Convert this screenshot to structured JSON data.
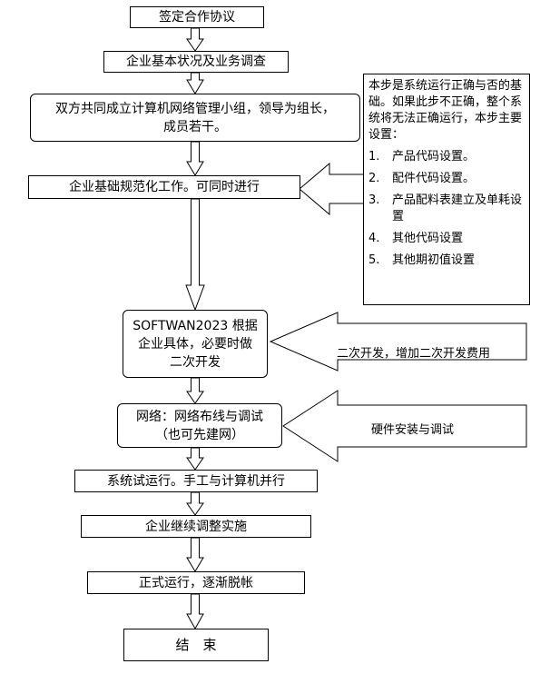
{
  "flow": {
    "step1": "签定合作协议",
    "step2": "企业基本状况及业务调查",
    "step3_line1": "双方共同成立计算机网络管理小组，领导为组长，",
    "step3_line2": "成员若干。",
    "step4": "企业基础规范化工作。可同时进行",
    "step5_line1": "SOFTWAN2023 根据",
    "step5_line2": "企业具体，必要时做",
    "step5_line3": "二次开发",
    "step6_line1": "网络：网络布线与调试",
    "step6_line2": "（也可先建网）",
    "step7": "系统试运行。手工与计算机并行",
    "step8": "企业继续调整实施",
    "step9": "正式运行，逐渐脱帐",
    "step10": "结　束"
  },
  "note": {
    "intro": "本步是系统运行正确与否的基础。如果此步不正确，整个系统将无法正确运行，本步主要设置：",
    "items": [
      {
        "num": "1.",
        "text": "产品代码设置。"
      },
      {
        "num": "2.",
        "text": "配件代码设置。"
      },
      {
        "num": "3.",
        "text": "产品配料表建立及单耗设置"
      },
      {
        "num": "4.",
        "text": "其他代码设置"
      },
      {
        "num": "5.",
        "text": "其他期初值设置"
      }
    ]
  },
  "side_labels": {
    "dev": "二次开发，增加二次开发费用",
    "hardware": "硬件安装与调试"
  }
}
